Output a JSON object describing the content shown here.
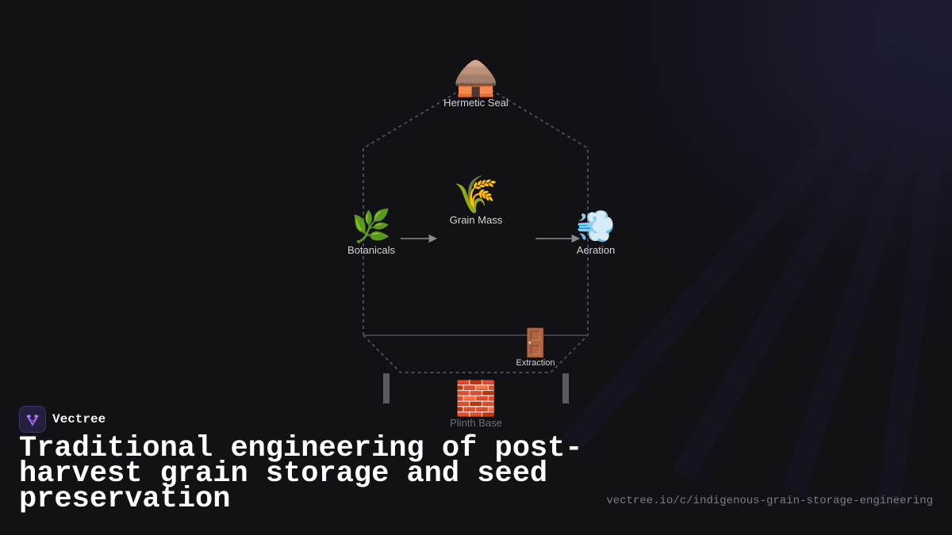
{
  "diagram": {
    "nodes": {
      "hermetic_seal": {
        "label": "Hermetic Seal",
        "icon": "🛖",
        "icon_name": "hut-icon"
      },
      "grain_mass": {
        "label": "Grain Mass",
        "icon": "🌾",
        "icon_name": "sheaf-of-rice-icon"
      },
      "botanicals": {
        "label": "Botanicals",
        "icon": "🌿",
        "icon_name": "herb-icon"
      },
      "aeration": {
        "label": "Aeration",
        "icon": "💨",
        "icon_name": "dash-wind-icon"
      },
      "extraction": {
        "label": "Extraction",
        "icon": "🚪",
        "icon_name": "door-icon"
      },
      "plinth_base": {
        "label": "Plinth Base",
        "icon": "🧱",
        "icon_name": "brick-icon"
      }
    },
    "edges": [
      {
        "from": "Botanicals",
        "to": "Grain Mass"
      },
      {
        "from": "Grain Mass",
        "to": "Aeration"
      }
    ]
  },
  "footer": {
    "brand": "Vectree",
    "title": "Traditional engineering of post-harvest grain storage and seed preservation",
    "url": "vectree.io/c/indigenous-grain-storage-engineering"
  },
  "colors": {
    "background": "#111116",
    "outline": "#4a4a52",
    "arrow": "#8a8a8a",
    "logo_accent": "#a46be8"
  }
}
